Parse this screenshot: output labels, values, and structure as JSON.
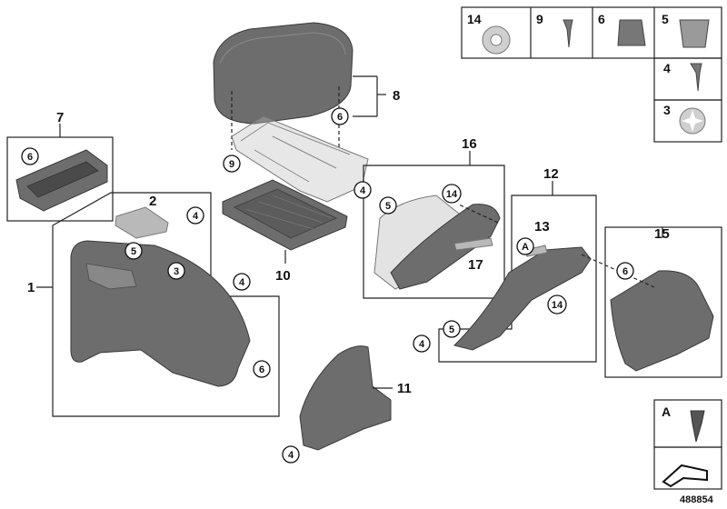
{
  "diagram_id": "488854",
  "callouts": {
    "c1": "1",
    "c2": "2",
    "c3": "3",
    "c4a": "4",
    "c4b": "4",
    "c4c": "4",
    "c4d": "4",
    "c4e": "4",
    "c5a": "5",
    "c5b": "5",
    "c5c": "5",
    "c6a": "6",
    "c6b": "6",
    "c6c": "6",
    "c6d": "6",
    "c7": "7",
    "c8": "8",
    "c9": "9",
    "c10": "10",
    "c11": "11",
    "c12": "12",
    "c13": "13",
    "c14a": "14",
    "c14b": "14",
    "c15": "15",
    "c16": "16",
    "c17": "17",
    "cA": "A"
  },
  "legend": {
    "top_row": [
      "14",
      "9",
      "6",
      "5"
    ],
    "side_col": [
      "4",
      "3"
    ],
    "bottom_letter": "A"
  }
}
